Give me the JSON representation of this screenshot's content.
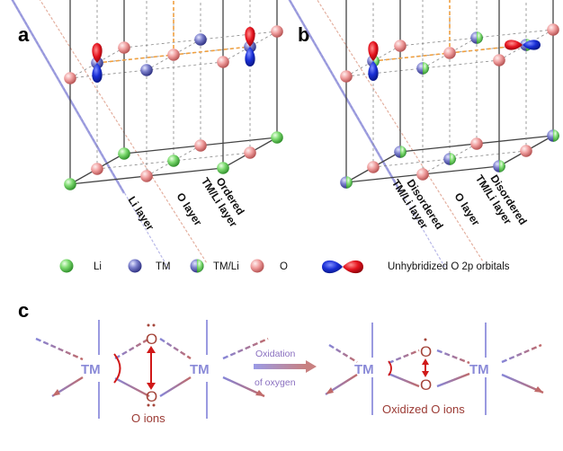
{
  "panels": {
    "a": {
      "letter": "a",
      "layer_labels": [
        "Li layer",
        "O layer",
        "Ordered\nTM/Li layer"
      ]
    },
    "b": {
      "letter": "b",
      "layer_labels": [
        "Disordered\nTM/Li layer",
        "O layer",
        "Disordered\nTM/Li layer"
      ]
    },
    "c": {
      "letter": "c",
      "left": {
        "tm_left": "TM",
        "tm_right": "TM",
        "o_top": "O",
        "o_bottom": "O",
        "caption": "O ions"
      },
      "arrow": {
        "line1": "Oxidation",
        "line2": "of oxygen"
      },
      "right": {
        "tm_left": "TM",
        "tm_right": "TM",
        "o_top": "O",
        "o_bottom": "O",
        "caption": "Oxidized O ions"
      }
    }
  },
  "legend": {
    "items": [
      {
        "label": "Li",
        "icon": "li-sphere-icon"
      },
      {
        "label": "TM",
        "icon": "tm-sphere-icon"
      },
      {
        "label": "TM/Li",
        "icon": "tm-li-sphere-icon"
      },
      {
        "label": "O",
        "icon": "o-sphere-icon"
      },
      {
        "label": "Unhybridized O 2p orbitals",
        "icon": "orbital-icon"
      }
    ]
  },
  "colors": {
    "li": "#6fd46a",
    "tm": "#6b6fc0",
    "o": "#ee9a9a",
    "orbital_blue": "#1a2fd6",
    "orbital_red": "#e5141f",
    "tm_text": "#8a8ad8",
    "o_text": "#a4453a"
  }
}
